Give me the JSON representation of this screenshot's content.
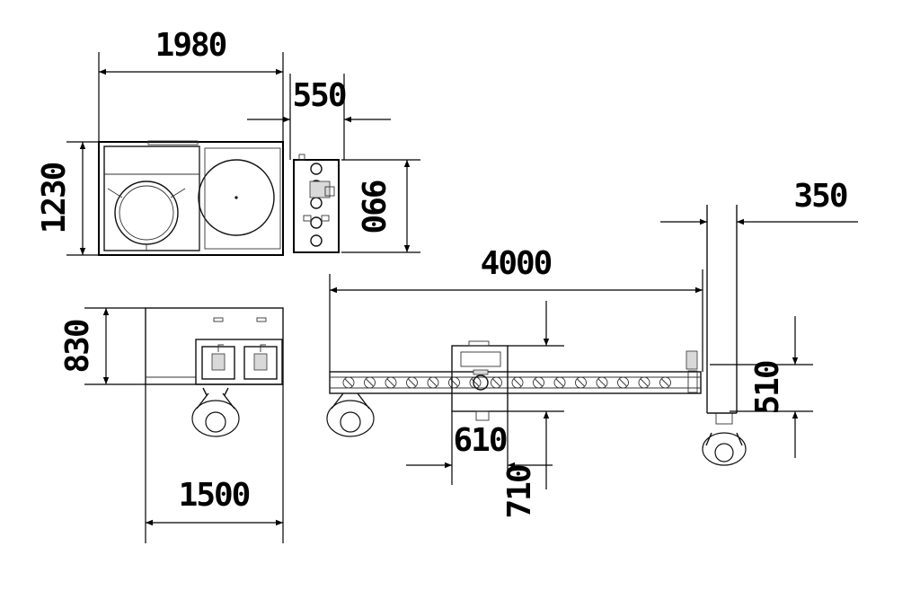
{
  "dimensions": {
    "d1980": "1980",
    "d550": "550",
    "d1230": "1230",
    "d990": "990",
    "d350": "350",
    "d4000": "4000",
    "d830": "830",
    "d510": "510",
    "d610": "610",
    "d710": "710",
    "d1500": "1500"
  }
}
